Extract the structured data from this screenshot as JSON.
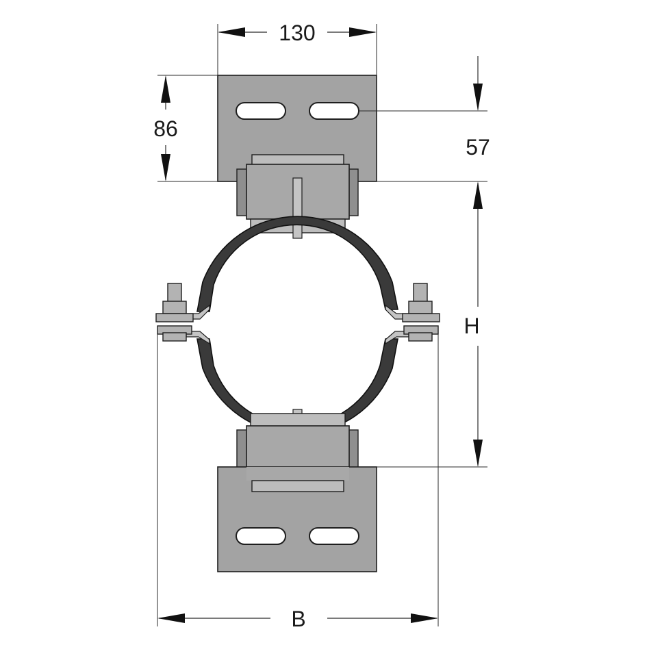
{
  "dimensions": {
    "width_top": "130",
    "height_plate": "86",
    "offset_hole": "57",
    "height_total": "H",
    "width_bottom": "B"
  },
  "colors": {
    "plate": "#a3a3a3",
    "band": "#3a3a3a",
    "line": "#1e1e1e"
  }
}
